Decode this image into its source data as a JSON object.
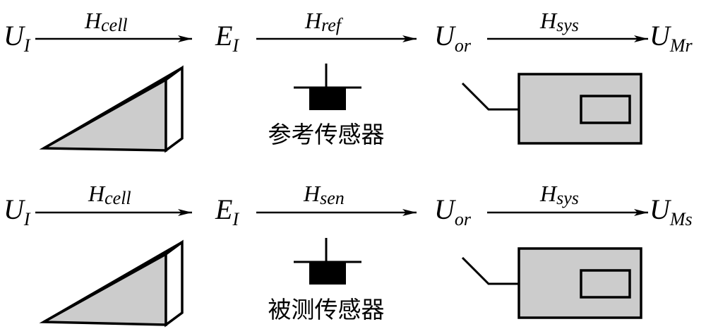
{
  "rows": [
    {
      "nodes": [
        {
          "main": "U",
          "sub": "I"
        },
        {
          "main": "E",
          "sub": "I"
        },
        {
          "main": "U",
          "sub": "or"
        },
        {
          "main": "U",
          "sub": "Mr"
        }
      ],
      "transfers": [
        {
          "main": "H",
          "sub": "cell"
        },
        {
          "main": "H",
          "sub": "ref"
        },
        {
          "main": "H",
          "sub": "sys"
        }
      ],
      "sensor_label": "参考传感器"
    },
    {
      "nodes": [
        {
          "main": "U",
          "sub": "I"
        },
        {
          "main": "E",
          "sub": "I"
        },
        {
          "main": "U",
          "sub": "or"
        },
        {
          "main": "U",
          "sub": "Ms"
        }
      ],
      "transfers": [
        {
          "main": "H",
          "sub": "cell"
        },
        {
          "main": "H",
          "sub": "sen"
        },
        {
          "main": "H",
          "sub": "sys"
        }
      ],
      "sensor_label": "被测传感器"
    }
  ],
  "colors": {
    "stroke": "#000000",
    "fill_gray": "#cccccc",
    "sensor_fill": "#000000"
  },
  "icons": [
    "wedge-cell-icon",
    "sensor-icon",
    "instrument-icon"
  ]
}
